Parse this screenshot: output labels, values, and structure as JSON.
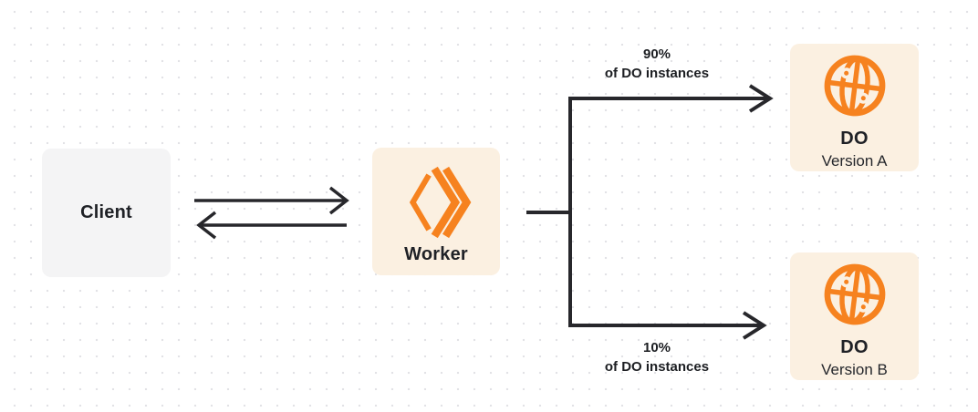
{
  "diagram": {
    "nodes": {
      "client": {
        "label": "Client"
      },
      "worker": {
        "label": "Worker",
        "icon": "cloudflare-workers-icon"
      },
      "do_a": {
        "label": "DO",
        "sublabel": "Version A",
        "icon": "durable-object-globe-icon"
      },
      "do_b": {
        "label": "DO",
        "sublabel": "Version B",
        "icon": "durable-object-globe-icon"
      }
    },
    "edges": {
      "client_worker": {
        "type": "bidirectional-arrows"
      },
      "worker_do_a": {
        "percent": "90%",
        "caption": "of DO instances"
      },
      "worker_do_b": {
        "percent": "10%",
        "caption": "of DO instances"
      }
    },
    "colors": {
      "accent_orange": "#F6821F",
      "node_cream_bg": "#FBF0E1",
      "client_gray_bg": "#F4F4F5",
      "line_dark": "#27272B",
      "dot_grid": "#E2E2E6",
      "text_dark": "#1F2126"
    }
  }
}
